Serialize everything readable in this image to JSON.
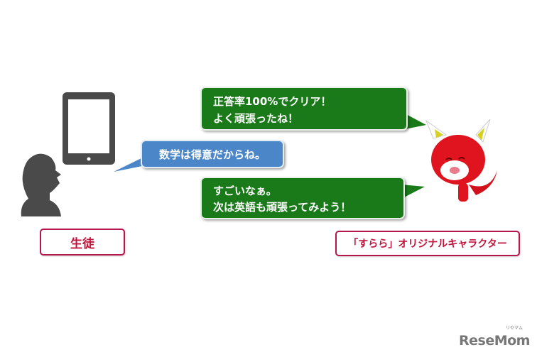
{
  "student": {
    "label": "生徒",
    "bubble": "数学は得意だからね。"
  },
  "character": {
    "label": "「すらら」オリジナルキャラクター",
    "bubble1": [
      "正答率100%でクリア！",
      "よく頑張ったね！"
    ],
    "bubble2": [
      "すごいなぁ。",
      "次は英語も頑張ってみよう！"
    ]
  },
  "logo": {
    "text": "ReseMom",
    "sub": "リセマム"
  },
  "colors": {
    "green": "#1a7a1a",
    "blue": "#4a86c8",
    "red": "#c0143c"
  }
}
